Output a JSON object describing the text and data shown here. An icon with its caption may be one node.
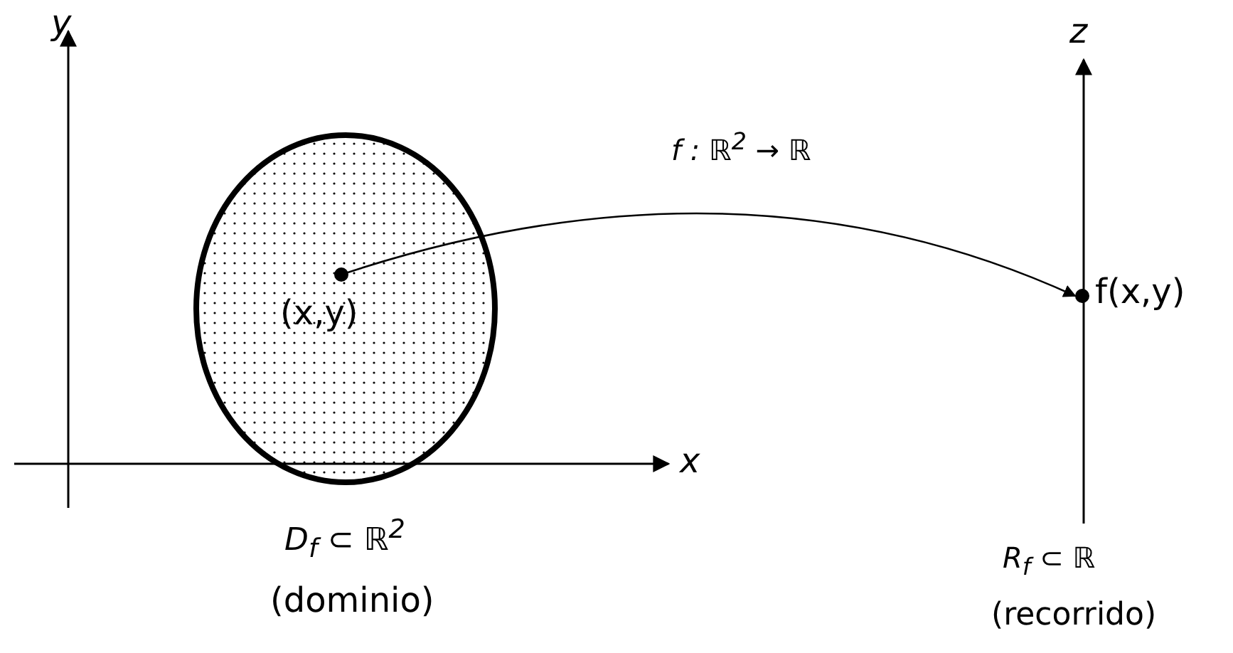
{
  "diagram": {
    "nodes": [
      {
        "text": [],
        "shape": "ellipse"
      },
      {
        "text": [
          "(x,y)"
        ],
        "in": 0
      },
      {
        "text": [
          "f(x,y)"
        ]
      }
    ],
    "edges": [
      {
        "from": 1,
        "to": 2,
        "arrow": "to",
        "label": "f : ℝ$^{2}$ → ℝ"
      }
    ],
    "labels": [
      "y",
      "z",
      "x",
      "D$_{f}$ ⊂ ℝ$^{2}$",
      "(dominio)",
      "R$_{f}$ ⊂ ℝ",
      "(recorrido)"
    ]
  }
}
